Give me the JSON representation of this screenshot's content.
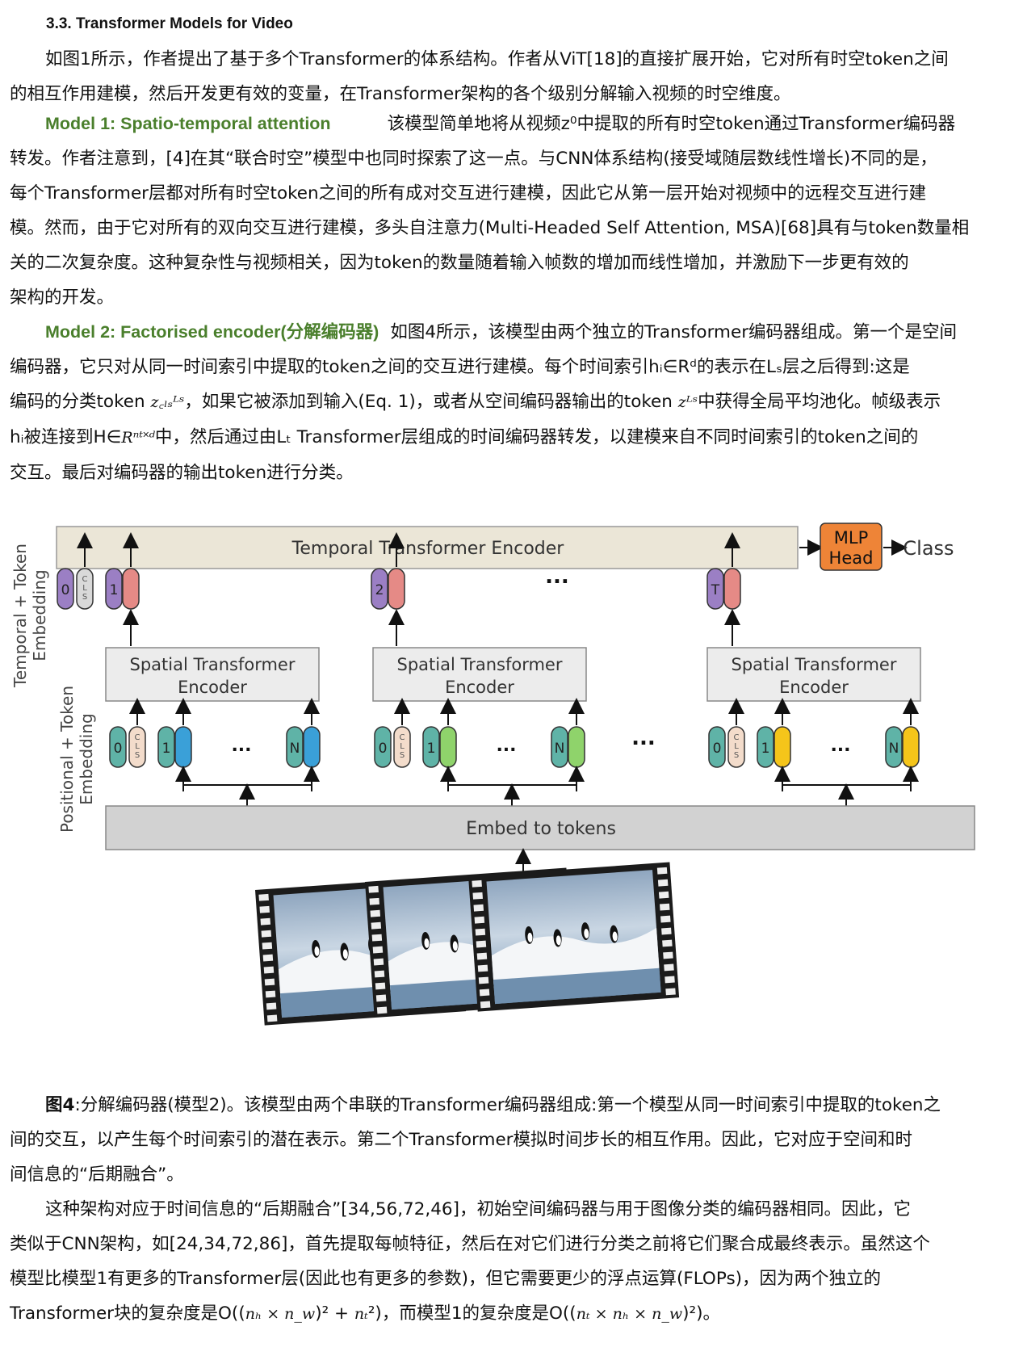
{
  "heading": "3.3. Transformer Models for Video",
  "intro": {
    "lines": [
      "如图1所示，作者提出了基于多个Transformer的体系结构。作者从ViT[18]的直接扩展开始，它对所有时空token之间",
      "的相互作用建模，然后开发更有效的变量，在Transformer架构的各个级别分解输入视频的时空维度。"
    ]
  },
  "model1": {
    "title": "Model 1: Spatio-temporal attention",
    "first_line": "该模型简单地将从视频z⁰中提取的所有时空token通过Transformer编码器",
    "lines": [
      "转发。作者注意到，[4]在其“联合时空”模型中也同时探索了这一点。与CNN体系结构(接受域随层数线性增长)不同的是，",
      "每个Transformer层都对所有时空token之间的所有成对交互进行建模，因此它从第一层开始对视频中的远程交互进行建",
      "模。然而，由于它对所有的双向交互进行建模，多头自注意力(Multi-Headed Self Attention, MSA)[68]具有与token数量相",
      "关的二次复杂度。这种复杂性与视频相关，因为token的数量随着输入帧数的增加而线性增加，并激励下一步更有效的",
      "架构的开发。"
    ]
  },
  "model2": {
    "title": "Model 2: Factorised encoder(分解编码器)",
    "first_line": "如图4所示，该模型由两个独立的Transformer编码器组成。第一个是空间",
    "line2": "编码器，它只对从同一时间索引中提取的token之间的交互进行建模。每个时间索引hᵢ∈Rᵈ的表示在Lₛ层之后得到:这是",
    "line3_a": "编码的分类token ",
    "line3_math1": "z꜀ₗₛᴸˢ",
    "line3_b": "，如果它被添加到输入(Eq. 1)，或者从空间编码器输出的token ",
    "line3_math2": "zᴸˢ",
    "line3_c": "中获得全局平均池化。帧级表示",
    "line4_a": "hᵢ被连接到H∈",
    "line4_math": "Rⁿᵗ˟ᵈ",
    "line4_b": "中，然后通过由Lₜ Transformer层组成的时间编码器转发，以建模来自不同时间索引的token之间的",
    "line5": "交互。最后对编码器的输出token进行分类。"
  },
  "figure": {
    "temporal_encoder": "Temporal Transformer Encoder",
    "mlp_head_line1": "MLP",
    "mlp_head_line2": "Head",
    "class_label": "Class",
    "spatial_encoder_line1": "Spatial Transformer",
    "spatial_encoder_line2": "Encoder",
    "embed": "Embed to tokens",
    "side_label_top_line1": "Temporal + Token",
    "side_label_top_line2": "Embedding",
    "side_label_bottom_line1": "Positional + Token",
    "side_label_bottom_line2": "Embedding",
    "ellipsis": "...",
    "temporal_tokens": [
      "0",
      "1",
      "2",
      "T"
    ],
    "cls_label": "CLS",
    "spatial_tokens": [
      "0",
      "1",
      "N"
    ],
    "colors": {
      "purple": "#9b7fc4",
      "cls_grey": "#d9d9d9",
      "cls_peach": "#f3dccb",
      "red": "#e58a86",
      "teal": "#5fb3a7",
      "blue": "#3aa0d8",
      "green": "#8fd36b",
      "yellow": "#f5c51a",
      "mlp_orange": "#ee8437",
      "encoder_beige": "#ebe6d7",
      "embed_grey": "#d2d2d2"
    }
  },
  "caption": {
    "label": "图4",
    "lines": [
      ":分解编码器(模型2)。该模型由两个串联的Transformer编码器组成:第一个模型从同一时间索引中提取的token之",
      "间的交互，以产生每个时间索引的潜在表示。第二个Transformer模拟时间步长的相互作用。因此，它对应于空间和时",
      "间信息的“后期融合”。"
    ]
  },
  "conclusion": {
    "lines": [
      "这种架构对应于时间信息的“后期融合”[34,56,72,46]，初始空间编码器与用于图像分类的编码器相同。因此，它",
      "类似于CNN架构，如[24,34,72,86]，首先提取每帧特征，然后在对它们进行分类之前将它们聚合成最终表示。虽然这个",
      "模型比模型1有更多的Transformer层(因此也有更多的参数)，但它需要更少的浮点运算(FLOPs)，因为两个独立的"
    ],
    "last_a": "Transformer块的复杂度是O((",
    "last_m1": "nₕ × n_w",
    "last_b": ")² + ",
    "last_m2": "nₜ",
    "last_c": "²)，而模型1的复杂度是O((",
    "last_m3": "nₜ × nₕ × n_w",
    "last_d": ")²)。"
  }
}
